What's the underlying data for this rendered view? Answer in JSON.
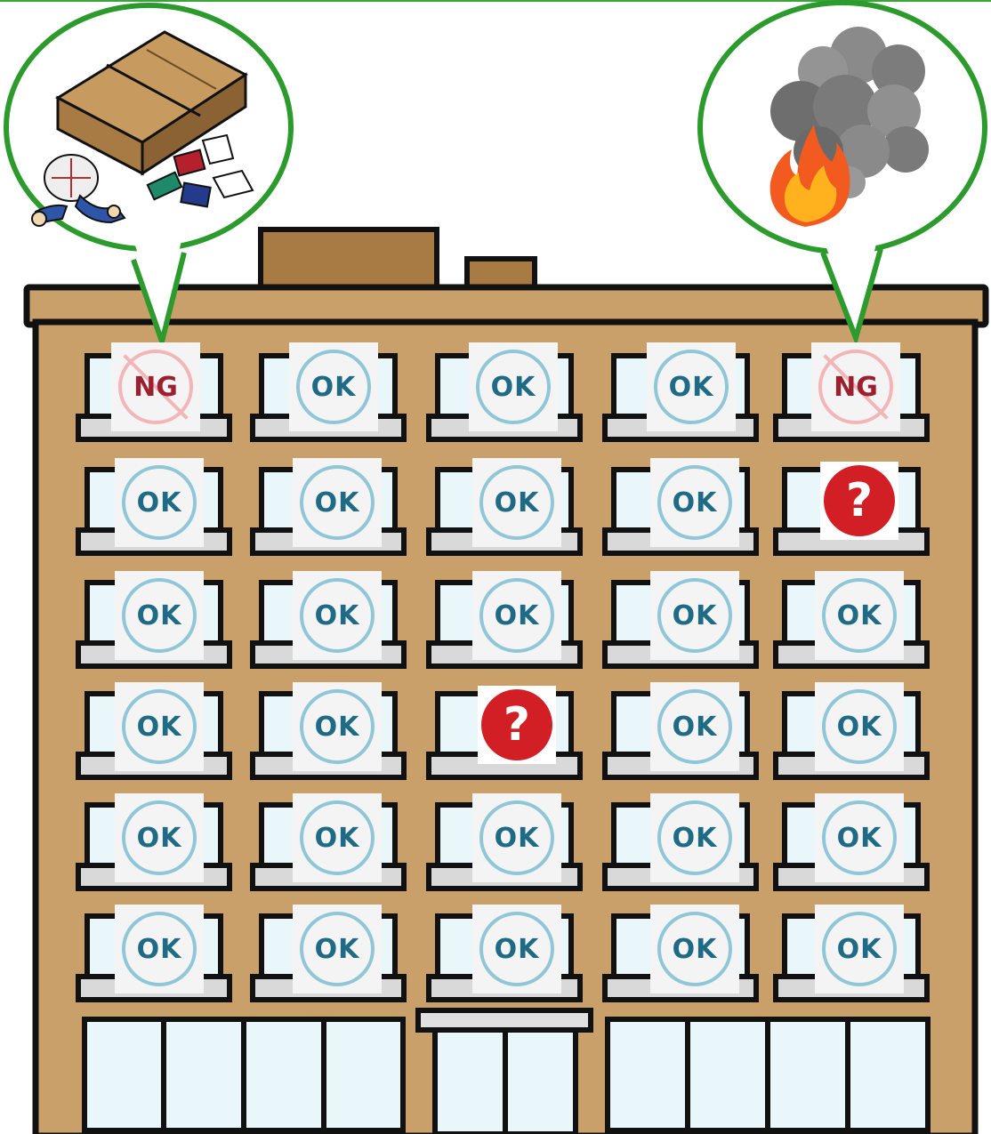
{
  "callouts": {
    "left": {
      "icon": "collapsed-furniture-icon"
    },
    "right": {
      "icon": "fire-and-smoke-icon"
    }
  },
  "building": {
    "floors": [
      [
        "NG",
        "OK",
        "OK",
        "OK",
        "NG"
      ],
      [
        "OK",
        "OK",
        "OK",
        "OK",
        "?"
      ],
      [
        "OK",
        "OK",
        "OK",
        "OK",
        "OK"
      ],
      [
        "OK",
        "OK",
        "?",
        "OK",
        "OK"
      ],
      [
        "OK",
        "OK",
        "OK",
        "OK",
        "OK"
      ],
      [
        "OK",
        "OK",
        "OK",
        "OK",
        "OK"
      ]
    ]
  },
  "colors": {
    "wall": "#c9a06a",
    "outline": "#111111",
    "callout_border": "#2c9a2c",
    "ok_ring": "#8fc6d8",
    "ok_text": "#1f6a85",
    "ng_ring": "#f2b6b8",
    "ng_text": "#9c2130",
    "question_fill": "#d21f26"
  }
}
